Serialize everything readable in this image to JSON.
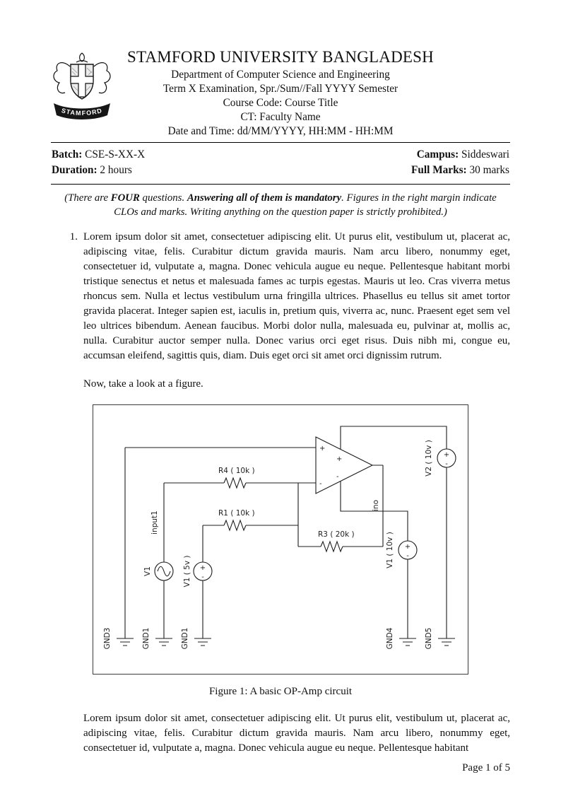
{
  "header": {
    "logo_text": "STAMFORD",
    "university": "STAMFORD UNIVERSITY BANGLADESH",
    "department": "Department of Computer Science and Engineering",
    "term_line": "Term X Examination, Spr./Sum//Fall YYYY Semester",
    "course_line": "Course Code: Course Title",
    "ct_line": "CT: Faculty Name",
    "datetime_line": "Date and Time: dd/MM/YYYY, HH:MM - HH:MM"
  },
  "info": {
    "batch_label": "Batch:",
    "batch_value": "CSE-S-XX-X",
    "duration_label": "Duration:",
    "duration_value": "2 hours",
    "campus_label": "Campus:",
    "campus_value": "Siddeswari",
    "full_marks_label": "Full Marks:",
    "full_marks_value": "30 marks"
  },
  "instructions": {
    "part1": "(There are ",
    "bold1": "FOUR",
    "part2": " questions. ",
    "bold2": "Answering all of them is mandatory",
    "part3": ". Figures in the right margin indicate CLOs and marks. Writing anything on the question paper is strictly prohibited.)"
  },
  "question1": {
    "number": "1.",
    "body": "Lorem ipsum dolor sit amet, consectetuer adipiscing elit. Ut purus elit, vestibulum ut, placerat ac, adipiscing vitae, felis. Curabitur dictum gravida mauris. Nam arcu libero, nonummy eget, consectetuer id, vulputate a, magna. Donec vehicula augue eu neque. Pellentesque habitant morbi tristique senectus et netus et malesuada fames ac turpis egestas. Mauris ut leo. Cras viverra metus rhoncus sem. Nulla et lectus vestibulum urna fringilla ultrices. Phasellus eu tellus sit amet tortor gravida placerat. Integer sapien est, iaculis in, pretium quis, viverra ac, nunc. Praesent eget sem vel leo ultrices bibendum. Aenean faucibus. Morbi dolor nulla, malesuada eu, pulvinar at, mollis ac, nulla. Curabitur auctor semper nulla. Donec varius orci eget risus. Duis nibh mi, congue eu, accumsan eleifend, sagittis quis, diam. Duis eget orci sit amet orci dignissim rutrum.",
    "figure_intro": "Now, take a look at a figure."
  },
  "figure": {
    "caption": "Figure 1: A basic OP-Amp circuit",
    "labels": {
      "r4": "R4 ( 10k )",
      "r1": "R1 ( 10k )",
      "r3": "R3 ( 20k )",
      "input1": "input1",
      "v1": "V1",
      "v1_5v": "V1 ( 5v )",
      "v2_10v": "V2 ( 10v )",
      "v1_10v": "V1 ( 10v )",
      "out_net": "ino",
      "gnd3": "GND3",
      "gnd1_a": "GND1",
      "gnd1_b": "GND1",
      "gnd4": "GND4",
      "gnd5": "GND5",
      "plus": "+",
      "minus": "-"
    }
  },
  "closing_paragraph": "Lorem ipsum dolor sit amet, consectetuer adipiscing elit. Ut purus elit, vestibulum ut, placerat ac, adipiscing vitae, felis. Curabitur dictum gravida mauris. Nam arcu libero, nonummy eget, consectetuer id, vulputate a, magna. Donec vehicula augue eu neque. Pellentesque habitant",
  "footer": {
    "page_indicator": "Page 1 of 5"
  }
}
